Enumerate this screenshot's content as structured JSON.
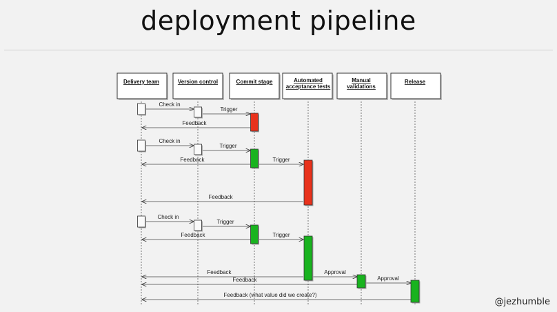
{
  "header": {
    "title": "deployment pipeline",
    "credit": "@jezhumble"
  },
  "lanes": [
    {
      "id": "delivery",
      "label_lines": [
        "Delivery team"
      ]
    },
    {
      "id": "vcs",
      "label_lines": [
        "Version control"
      ]
    },
    {
      "id": "commit",
      "label_lines": [
        "Commit stage"
      ]
    },
    {
      "id": "acceptance",
      "label_lines": [
        "Automated",
        "acceptance tests"
      ]
    },
    {
      "id": "manual",
      "label_lines": [
        "Manual",
        "validations"
      ]
    },
    {
      "id": "release",
      "label_lines": [
        "Release"
      ]
    }
  ],
  "colors": {
    "fail": "#e8321c",
    "pass": "#19b31f",
    "neutral": "#fafafa"
  },
  "activations": [
    {
      "lane": "delivery",
      "status": "neutral",
      "round": 1
    },
    {
      "lane": "vcs",
      "status": "neutral",
      "round": 1
    },
    {
      "lane": "commit",
      "status": "fail",
      "round": 1
    },
    {
      "lane": "delivery",
      "status": "neutral",
      "round": 2
    },
    {
      "lane": "vcs",
      "status": "neutral",
      "round": 2
    },
    {
      "lane": "commit",
      "status": "pass",
      "round": 2
    },
    {
      "lane": "acceptance",
      "status": "fail",
      "round": 2
    },
    {
      "lane": "delivery",
      "status": "neutral",
      "round": 3
    },
    {
      "lane": "vcs",
      "status": "neutral",
      "round": 3
    },
    {
      "lane": "commit",
      "status": "pass",
      "round": 3
    },
    {
      "lane": "acceptance",
      "status": "pass",
      "round": 3
    },
    {
      "lane": "manual",
      "status": "pass",
      "round": 3
    },
    {
      "lane": "release",
      "status": "pass",
      "round": 3
    }
  ],
  "messages": [
    {
      "label": "Check in",
      "from": "delivery",
      "to": "vcs"
    },
    {
      "label": "Trigger",
      "from": "vcs",
      "to": "commit"
    },
    {
      "label": "Feedback",
      "from": "commit",
      "to": "delivery"
    },
    {
      "label": "Check in",
      "from": "delivery",
      "to": "vcs"
    },
    {
      "label": "Trigger",
      "from": "vcs",
      "to": "commit"
    },
    {
      "label": "Feedback",
      "from": "commit",
      "to": "delivery"
    },
    {
      "label": "Trigger",
      "from": "commit",
      "to": "acceptance"
    },
    {
      "label": "Feedback",
      "from": "acceptance",
      "to": "delivery"
    },
    {
      "label": "Check in",
      "from": "delivery",
      "to": "vcs"
    },
    {
      "label": "Trigger",
      "from": "vcs",
      "to": "commit"
    },
    {
      "label": "Feedback",
      "from": "commit",
      "to": "delivery"
    },
    {
      "label": "Trigger",
      "from": "commit",
      "to": "acceptance"
    },
    {
      "label": "Feedback",
      "from": "acceptance",
      "to": "delivery"
    },
    {
      "label": "Approval",
      "from": "acceptance",
      "to": "manual"
    },
    {
      "label": "Feedback",
      "from": "manual",
      "to": "delivery"
    },
    {
      "label": "Approval",
      "from": "manual",
      "to": "release"
    },
    {
      "label": "Feedback (what value did we create?)",
      "from": "release",
      "to": "delivery"
    }
  ]
}
